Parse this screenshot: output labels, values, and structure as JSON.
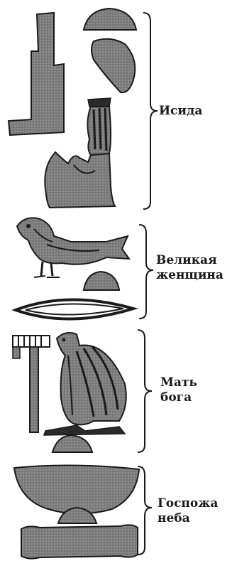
{
  "groups": [
    {
      "id": "isis",
      "glyphs": [
        "reed-column",
        "bread-loaf",
        "egg",
        "seated-goddess"
      ],
      "label_lines": [
        "Исида"
      ]
    },
    {
      "id": "great-woman",
      "glyphs": [
        "swallow-bird",
        "bread-loaf",
        "mouth-oval"
      ],
      "label_lines": [
        "Великая",
        "женщина"
      ]
    },
    {
      "id": "mother-of-god",
      "glyphs": [
        "flag-pole",
        "vulture",
        "bread-loaf"
      ],
      "label_lines": [
        "Мать",
        "бога"
      ]
    },
    {
      "id": "lady-of-heaven",
      "glyphs": [
        "basket",
        "bread-loaf",
        "sky-sign"
      ],
      "label_lines": [
        "Госпожа",
        "неба"
      ]
    }
  ],
  "colors": {
    "ink": "#1a1a1a",
    "fill": "#8a8a8a",
    "paper": "#ffffff"
  }
}
